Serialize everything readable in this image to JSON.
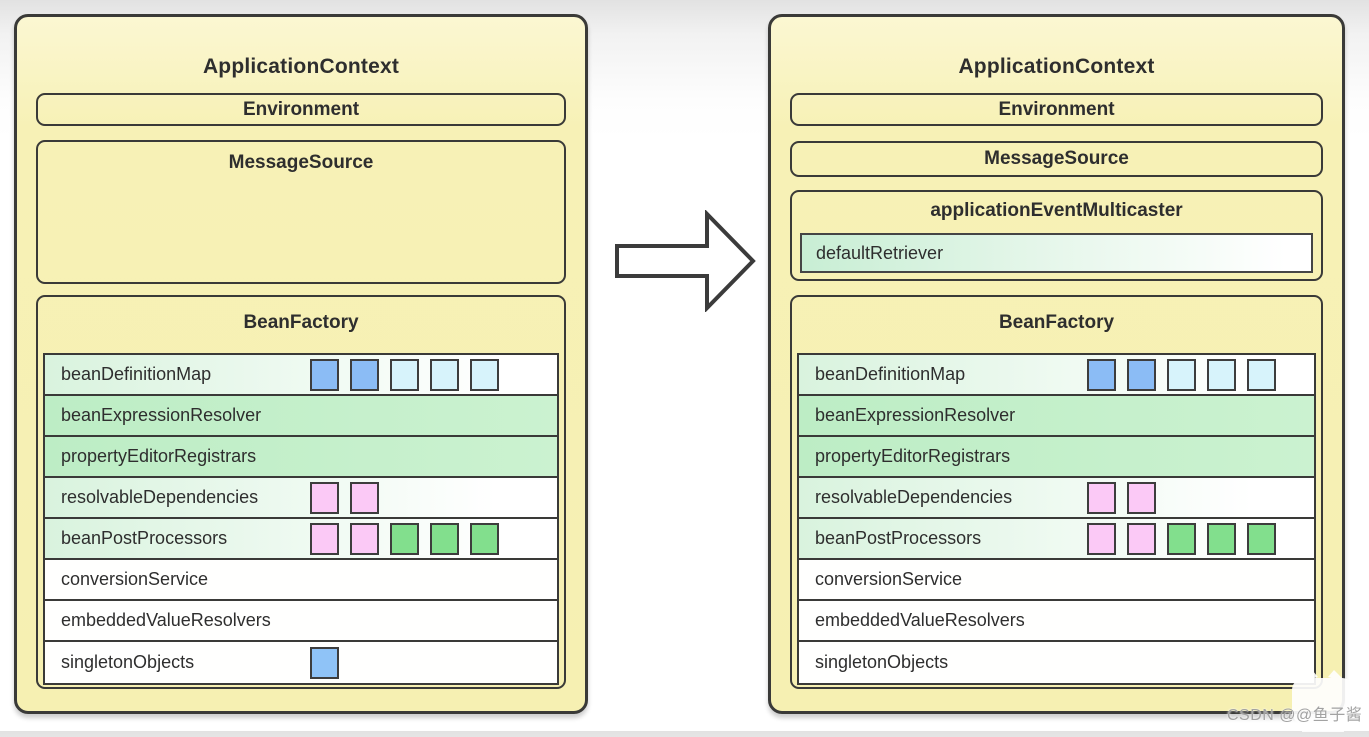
{
  "colors": {
    "panel_yellow": "#f7f1b6",
    "border_dark": "#3a3a38",
    "row_green": "#bdedc5",
    "row_fade_green": "#d9f3de",
    "retriever_green": "#c8eed4",
    "square_blue": "#8bbcf5",
    "square_cyan": "#d7f3fb",
    "square_pink": "#fbc9f6",
    "square_green": "#82df8d",
    "square_blue_singleton": "#8fc3f7"
  },
  "left_panel": {
    "title": "ApplicationContext",
    "environment_label": "Environment",
    "message_source_label": "MessageSource",
    "bean_factory": {
      "title": "BeanFactory",
      "rows": [
        {
          "label": "beanDefinitionMap",
          "squares": [
            "blue",
            "blue",
            "cyan",
            "cyan",
            "cyan"
          ]
        },
        {
          "label": "beanExpressionResolver",
          "squares": []
        },
        {
          "label": "propertyEditorRegistrars",
          "squares": []
        },
        {
          "label": "resolvableDependencies",
          "squares": [
            "pink",
            "pink"
          ]
        },
        {
          "label": "beanPostProcessors",
          "squares": [
            "pink",
            "pink",
            "green",
            "green",
            "green"
          ]
        },
        {
          "label": "conversionService",
          "squares": []
        },
        {
          "label": "embeddedValueResolvers",
          "squares": []
        },
        {
          "label": "singletonObjects",
          "squares": [
            "blue2"
          ]
        }
      ]
    }
  },
  "right_panel": {
    "title": "ApplicationContext",
    "environment_label": "Environment",
    "message_source_label": "MessageSource",
    "multicaster": {
      "title": "applicationEventMulticaster",
      "row_label": "defaultRetriever"
    },
    "bean_factory": {
      "title": "BeanFactory",
      "rows": [
        {
          "label": "beanDefinitionMap",
          "squares": [
            "blue",
            "blue",
            "cyan",
            "cyan",
            "cyan"
          ]
        },
        {
          "label": "beanExpressionResolver",
          "squares": []
        },
        {
          "label": "propertyEditorRegistrars",
          "squares": []
        },
        {
          "label": "resolvableDependencies",
          "squares": [
            "pink",
            "pink"
          ]
        },
        {
          "label": "beanPostProcessors",
          "squares": [
            "pink",
            "pink",
            "green",
            "green",
            "green"
          ]
        },
        {
          "label": "conversionService",
          "squares": []
        },
        {
          "label": "embeddedValueResolvers",
          "squares": []
        },
        {
          "label": "singletonObjects",
          "squares": []
        }
      ]
    }
  },
  "watermark": {
    "text": "CSDN @@鱼子酱"
  }
}
